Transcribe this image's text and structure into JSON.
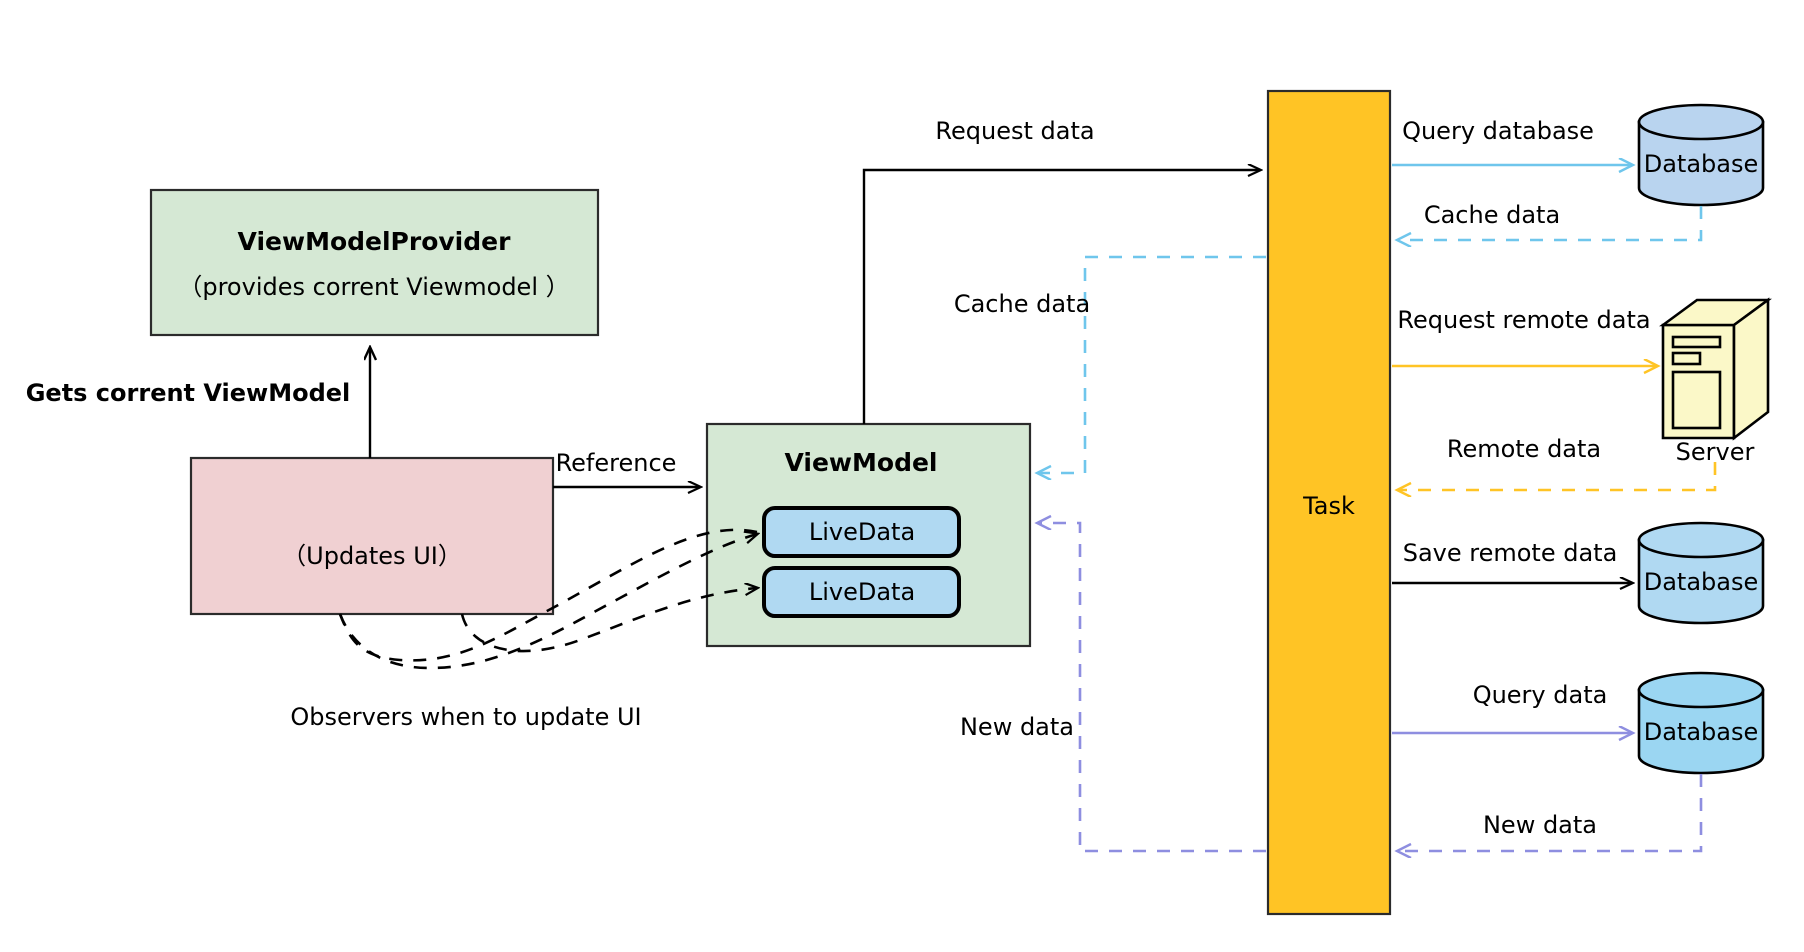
{
  "diagram": {
    "title": "Android MVVM ViewModel / LiveData data flow",
    "background": "#ffffff"
  },
  "colors": {
    "green_fill": "#d5e8d4",
    "green_stroke": "#2b2b2b",
    "pink_fill": "#f0d0d2",
    "pink_stroke": "#2b2b2b",
    "livedata_fill": "#b0d9f2",
    "livedata_stroke": "#000000",
    "task_fill": "#ffc425",
    "task_stroke": "#2b2b2b",
    "db_fill_light": "#b9d4ef",
    "db_fill_mid": "#b0d9f2",
    "db_fill_bright": "#9bd6f2",
    "server_fill": "#fbf8c8",
    "black": "#000000",
    "blue_arrow": "#6fc6ec",
    "orange_arrow": "#ffc425",
    "purple_arrow": "#8e8ee0"
  },
  "nodes": {
    "view_model_provider": {
      "title": "ViewModelProvider",
      "subtitle": "（provides corrent Viewmodel ）"
    },
    "activity": {
      "label": "（Updates UI）"
    },
    "view_model": {
      "title": "ViewModel",
      "livedata": [
        {
          "label": "LiveData"
        },
        {
          "label": "LiveData"
        }
      ]
    },
    "task": {
      "label": "Task"
    },
    "server": {
      "label": "Server"
    },
    "databases": [
      {
        "label": "Database"
      },
      {
        "label": "Database"
      },
      {
        "label": "Database"
      }
    ]
  },
  "edges": {
    "gets_current_viewmodel": "Gets corrent ViewModel",
    "reference": "Reference",
    "observers": "Observers when to update UI",
    "request_data": "Request data",
    "cache_data_to_viewmodel": "Cache data",
    "new_data_to_viewmodel": "New data",
    "query_database": "Query database",
    "cache_data_from_db": "Cache data",
    "request_remote_data": "Request remote data",
    "remote_data": "Remote data",
    "save_remote_data": "Save remote data",
    "query_data": "Query data",
    "new_data_from_db": "New data"
  }
}
